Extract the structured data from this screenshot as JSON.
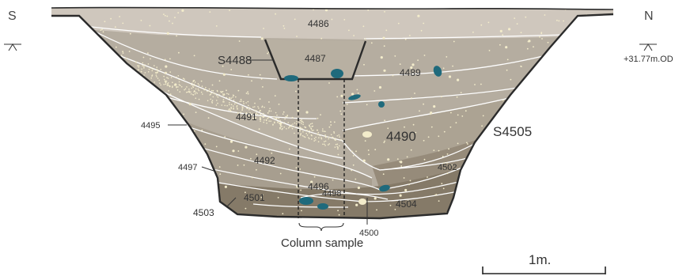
{
  "orientation": {
    "left": "S",
    "right": "N"
  },
  "datum": "+31.77m.OD",
  "features": {
    "cut": "S4505",
    "recut": "S4488"
  },
  "layers": {
    "l4486": "4486",
    "l4487": "4487",
    "l4489": "4489",
    "l4490": "4490",
    "l4491": "4491",
    "l4492": "4492",
    "l4495": "4495",
    "l4496": "4496",
    "l4497": "4497",
    "l4498": "4498",
    "l4500": "4500",
    "l4501": "4501",
    "l4502": "4502",
    "l4503": "4503",
    "l4504": "4504"
  },
  "column_sample": "Column sample",
  "scale": "1m.",
  "colors": {
    "topsoil": "#cfc7bd",
    "upper_fill": "#b5ada0",
    "mid_fill": "#a79e8f",
    "lower_fill": "#968b7a",
    "base_fill": "#857a68",
    "stone": "#1f6a7c",
    "outline": "#2b2b2b"
  }
}
